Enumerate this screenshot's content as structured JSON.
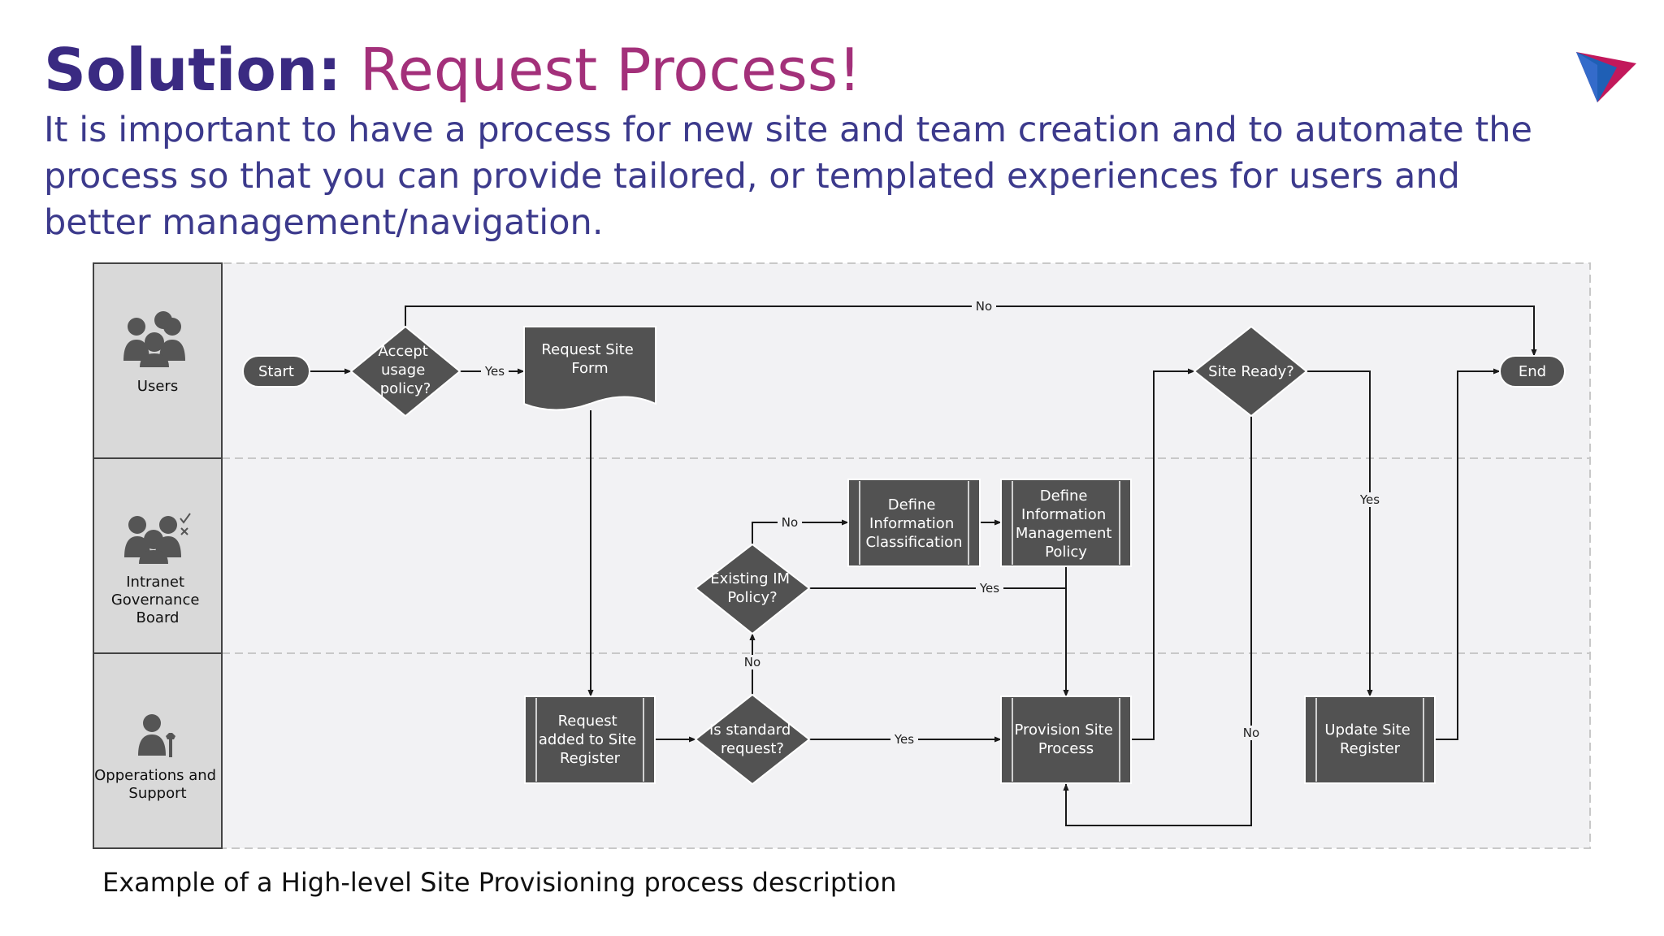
{
  "slide": {
    "title_bold": "Solution:",
    "title_rest": " Request Process!",
    "subtitle": "It is important to have a process for new site and team creation and to automate the process so that you can provide tailored, or templated experiences for users and better management/navigation.",
    "caption": "Example of a High-level Site Provisioning process description"
  },
  "colors": {
    "title_bold": "#3a2a82",
    "title_light": "#a3307a",
    "subtitle": "#3c3a8c",
    "shape_fill": "#525252",
    "lane_header": "#d9d9d9",
    "lane_body": "#f2f2f4",
    "logo_blue": "#1f5fb5",
    "logo_pink": "#c2185b"
  },
  "lanes": {
    "users": [
      "Users"
    ],
    "governance": [
      "Intranet",
      "Governance",
      "Board"
    ],
    "operations": [
      "Opperations and",
      "Support"
    ]
  },
  "shapes": {
    "start": [
      "Start"
    ],
    "accept_usage": [
      "Accept",
      "usage",
      "policy?"
    ],
    "request_form": [
      "Request Site",
      "Form"
    ],
    "site_ready": [
      "Site Ready?"
    ],
    "end": [
      "End"
    ],
    "define_classification": [
      "Define",
      "Information",
      "Classification"
    ],
    "define_policy": [
      "Define",
      "Information",
      "Management",
      "Policy"
    ],
    "existing_im": [
      "Existing IM",
      "Policy?"
    ],
    "request_added": [
      "Request",
      "added to Site",
      "Register"
    ],
    "is_standard": [
      "Is standard",
      "request?"
    ],
    "provision": [
      "Provision Site",
      "Process"
    ],
    "update_register": [
      "Update Site",
      "Register"
    ]
  },
  "edge_labels": {
    "accept_no": "No",
    "accept_yes": "Yes",
    "existing_no": "No",
    "existing_yes": "Yes",
    "standard_no": "No",
    "standard_yes": "Yes",
    "ready_yes": "Yes",
    "ready_no": "No"
  }
}
